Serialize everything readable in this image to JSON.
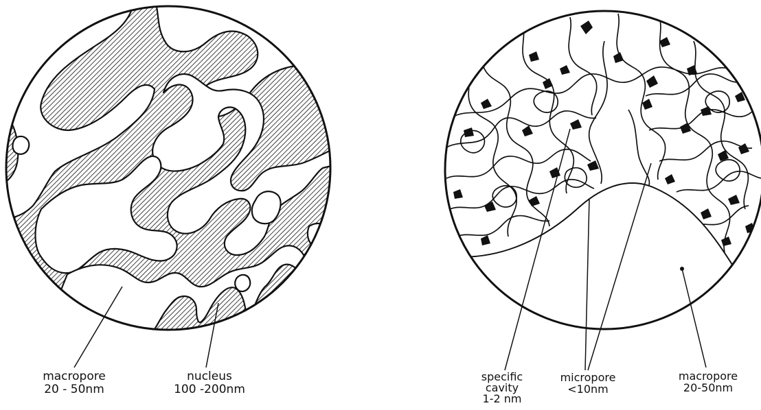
{
  "left_diagram": {
    "macropore_label": {
      "line1": "macropore",
      "line2": "20 - 50nm"
    },
    "nucleus_label": {
      "line1": "nucleus",
      "line2": "100 -200nm"
    }
  },
  "right_diagram": {
    "specific_cavity_label": {
      "line1": "specific",
      "line2": "cavity",
      "line3": "1-2 nm"
    },
    "micropore_label": {
      "line1": "micropore",
      "line2": "<10nm"
    },
    "macropore_label": {
      "line1": "macropore",
      "line2": "20-50nm"
    }
  }
}
